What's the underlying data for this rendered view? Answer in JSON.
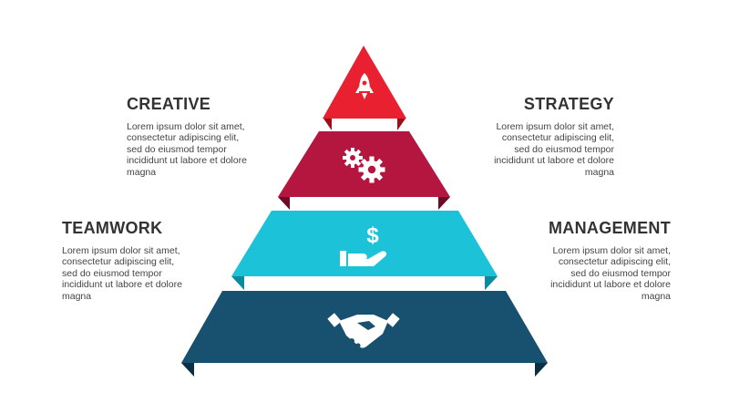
{
  "colors": {
    "tier1": "#e8202f",
    "tier1_dark": "#9a0f1a",
    "tier2": "#b5163f",
    "tier2_dark": "#6e0c26",
    "tier3": "#1cc3d8",
    "tier3_dark": "#0d8a9c",
    "tier4": "#18506f",
    "tier4_dark": "#0c2f43"
  },
  "tiers": [
    {
      "icon": "rocket-icon"
    },
    {
      "icon": "gears-icon"
    },
    {
      "icon": "money-hand-icon"
    },
    {
      "icon": "handshake-icon"
    }
  ],
  "blocks": {
    "creative": {
      "title": "CREATIVE",
      "lines": [
        "Lorem ipsum dolor sit amet,",
        "consectetur adipiscing elit,",
        "sed do eiusmod tempor",
        "incididunt ut labore et dolore",
        "magna"
      ]
    },
    "strategy": {
      "title": "STRATEGY",
      "lines": [
        "Lorem ipsum dolor sit amet,",
        "consectetur adipiscing elit,",
        "sed do eiusmod tempor",
        "incididunt ut labore et dolore",
        "magna"
      ]
    },
    "teamwork": {
      "title": "TEAMWORK",
      "lines": [
        "Lorem ipsum dolor sit amet,",
        "consectetur adipiscing elit,",
        "sed do eiusmod tempor",
        "incididunt ut labore et dolore",
        "magna"
      ]
    },
    "management": {
      "title": "MANAGEMENT",
      "lines": [
        "Lorem ipsum dolor sit amet,",
        "consectetur adipiscing elit,",
        "sed do eiusmod tempor",
        "incididunt ut labore et dolore",
        "magna"
      ]
    }
  }
}
